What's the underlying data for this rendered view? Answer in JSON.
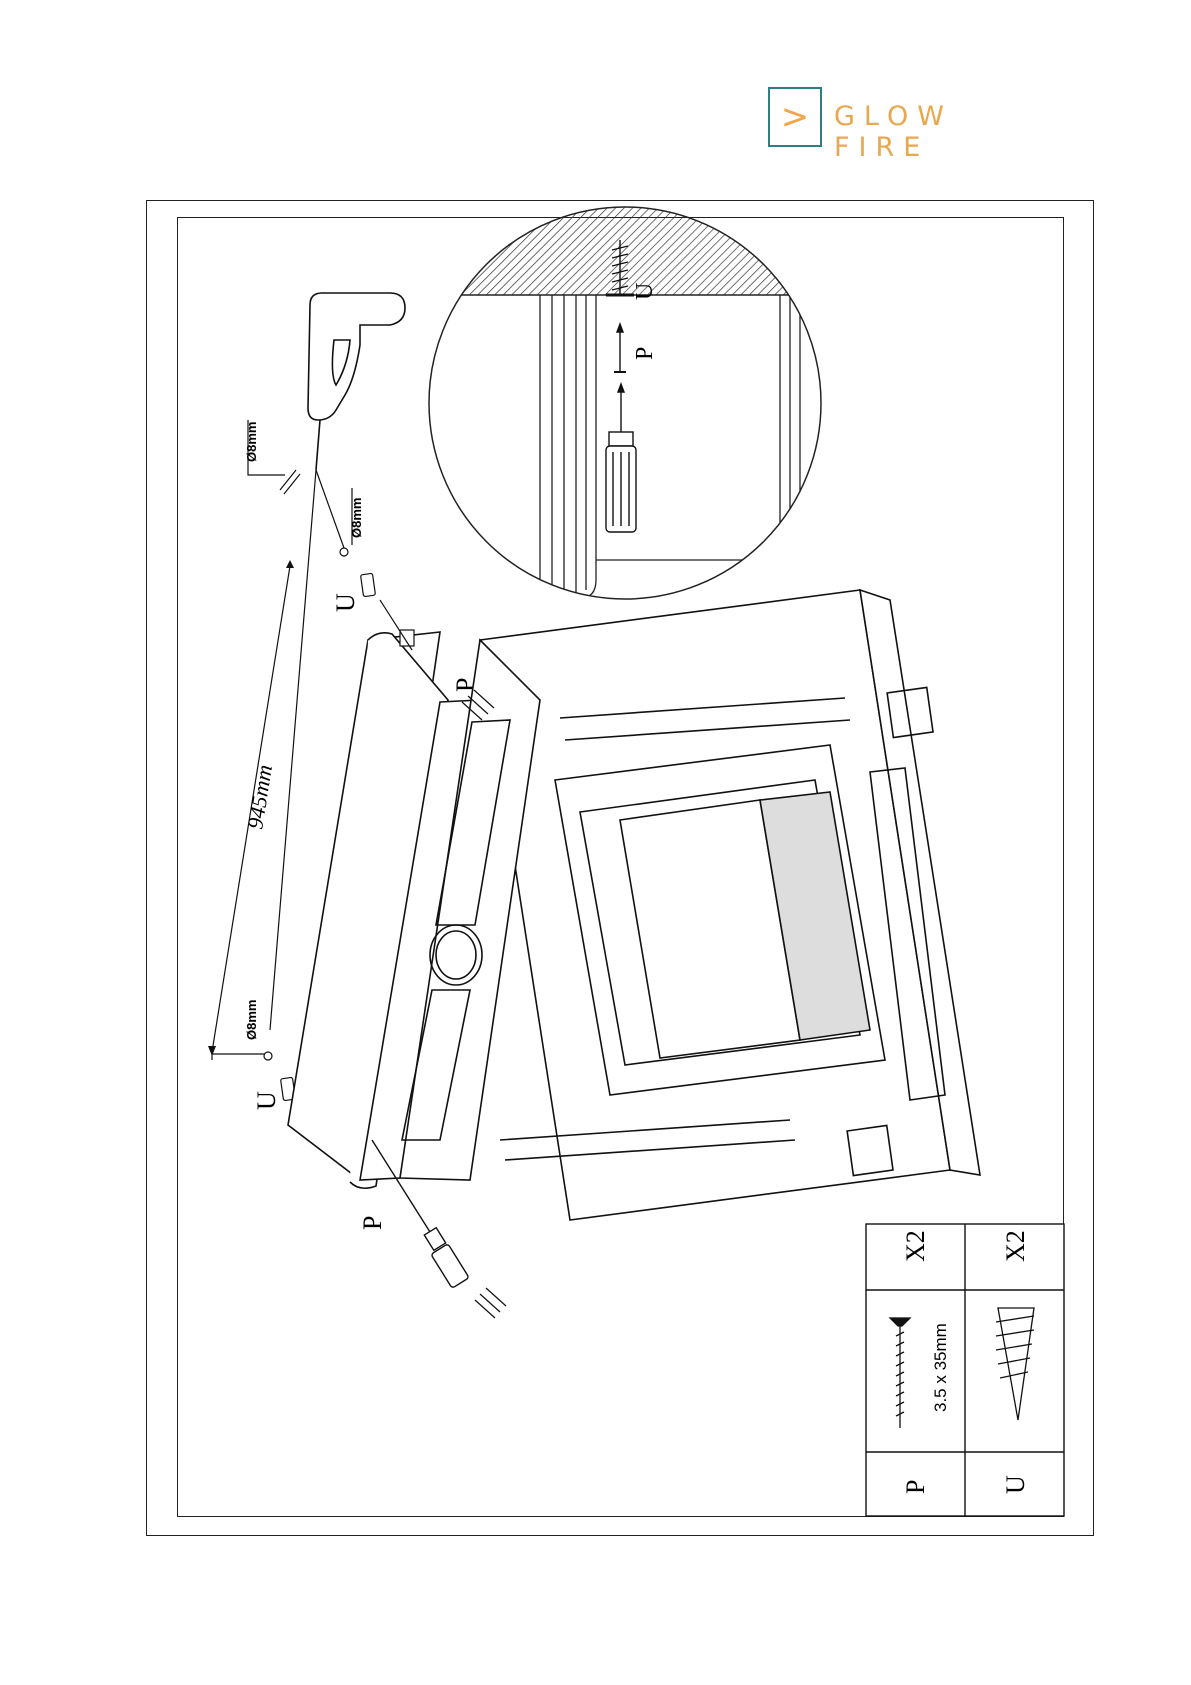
{
  "brand": {
    "logo_text": "GLOW FIRE",
    "logo_glyph": ">",
    "colors": {
      "teal": "#2d7f86",
      "orange": "#f2a64a"
    }
  },
  "drawing": {
    "dimension_label": "945mm",
    "drill_size_label": "Ø8mm",
    "part_label_p": "P",
    "part_label_u": "U"
  },
  "parts_table": {
    "rows": [
      {
        "label": "P",
        "description": "3.5 x 35mm",
        "quantity": "X2",
        "icon": "wood-screw-icon"
      },
      {
        "label": "U",
        "description": "",
        "quantity": "X2",
        "icon": "wall-plug-icon"
      }
    ]
  }
}
